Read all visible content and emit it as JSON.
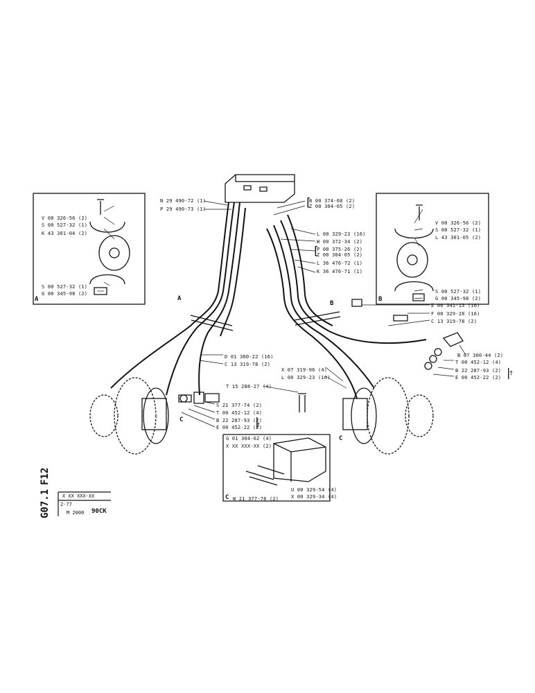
{
  "sheet": {
    "section_code": "F12",
    "page_code": "G07.1",
    "date": "2-77",
    "serial_mask": "X XX XXX-XX",
    "model_prefix": "M 2000",
    "model": "90CK"
  },
  "box_a": {
    "letter": "A",
    "labels": [
      "V 00 326-56 (2)",
      "S 00 527-32 (1)",
      "K 43 301-04 (2)",
      "S 00 527-32 (1)",
      "G 00 345-98 (2)"
    ]
  },
  "box_b": {
    "letter": "B",
    "labels": [
      "V 00 326-56 (2)",
      "S 00 527-32 (1)",
      "L 43 301-05 (2)",
      "S 00 527-32 (1)",
      "G 00 345-98 (2)"
    ]
  },
  "box_c": {
    "letter": "C",
    "labels": [
      "G 01 304-62 (4)",
      "X XX XXX-XX (2)",
      "U 00 329-54 (4)",
      "X 00 329-34 (4)",
      "W 21 377-78 (2)"
    ]
  },
  "top_left": [
    "N 29 490-72 (1)",
    "P 29 490-73 (1)"
  ],
  "top_right": {
    "group1": [
      "B 00 374-68 (2)",
      "Z 00 304-05 (2)"
    ],
    "l1": "L 00 329-23 (16)",
    "w1": "W 00 372-34 (2)",
    "group2": [
      "P 00 375-26 (2)",
      "Z 00 304-05 (2)"
    ],
    "l2": "L 36 476-72 (1)",
    "k2": "K 36 476-71 (1)"
  },
  "right_mid": [
    "E 00 341-13 (16)",
    "F 00 329-28 (16)",
    "C 13 319-78 (2)"
  ],
  "right_lower": [
    "B 07 300-44 (2)",
    "T 00 452-12 (4)",
    "B 22 287-93 (2)",
    "E 00 452-22 (2)"
  ],
  "center_mid": [
    "D 01 360-22 (16)",
    "C 13 319-78 (2)"
  ],
  "center_lower": [
    "X 07 319-96 (4)",
    "L 00 329-23 (16)"
  ],
  "left_lower": [
    "T 15 288-27 (4)",
    "S 21 377-74 (2)",
    "T 00 452-12 (4)",
    "B 22 287-93 (2)",
    "E 00 452-22 (2)"
  ],
  "letters": {
    "a": "A",
    "b": "B",
    "c1": "C",
    "c2": "C"
  },
  "dagger": "†"
}
